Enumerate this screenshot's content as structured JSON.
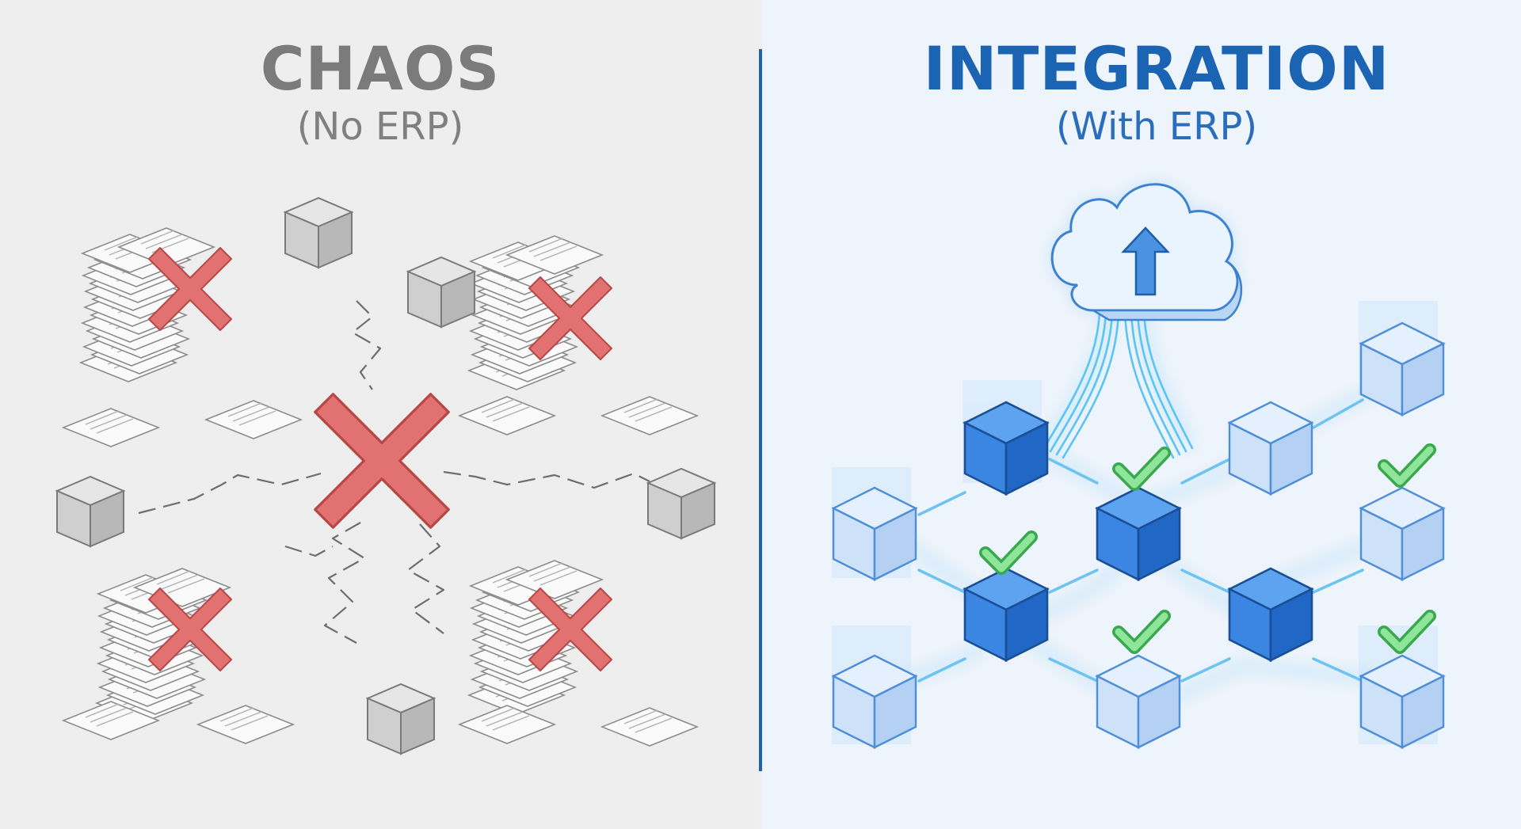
{
  "left": {
    "title": "CHAOS",
    "subtitle": "(No ERP)"
  },
  "right": {
    "title": "INTEGRATION",
    "subtitle": "(With ERP)"
  },
  "colors": {
    "chaos_gray": "#7b7b7b",
    "integration_blue": "#1b63b3",
    "error_red": "#e27272",
    "check_green": "#6fd27f",
    "divider": "#1f62a8"
  },
  "icons": {
    "chaos": [
      "document-stack-icon",
      "cross-icon",
      "cube-icon",
      "broken-line"
    ],
    "integration": [
      "cloud-upload-icon",
      "cube-icon",
      "check-icon",
      "connector-line"
    ]
  }
}
